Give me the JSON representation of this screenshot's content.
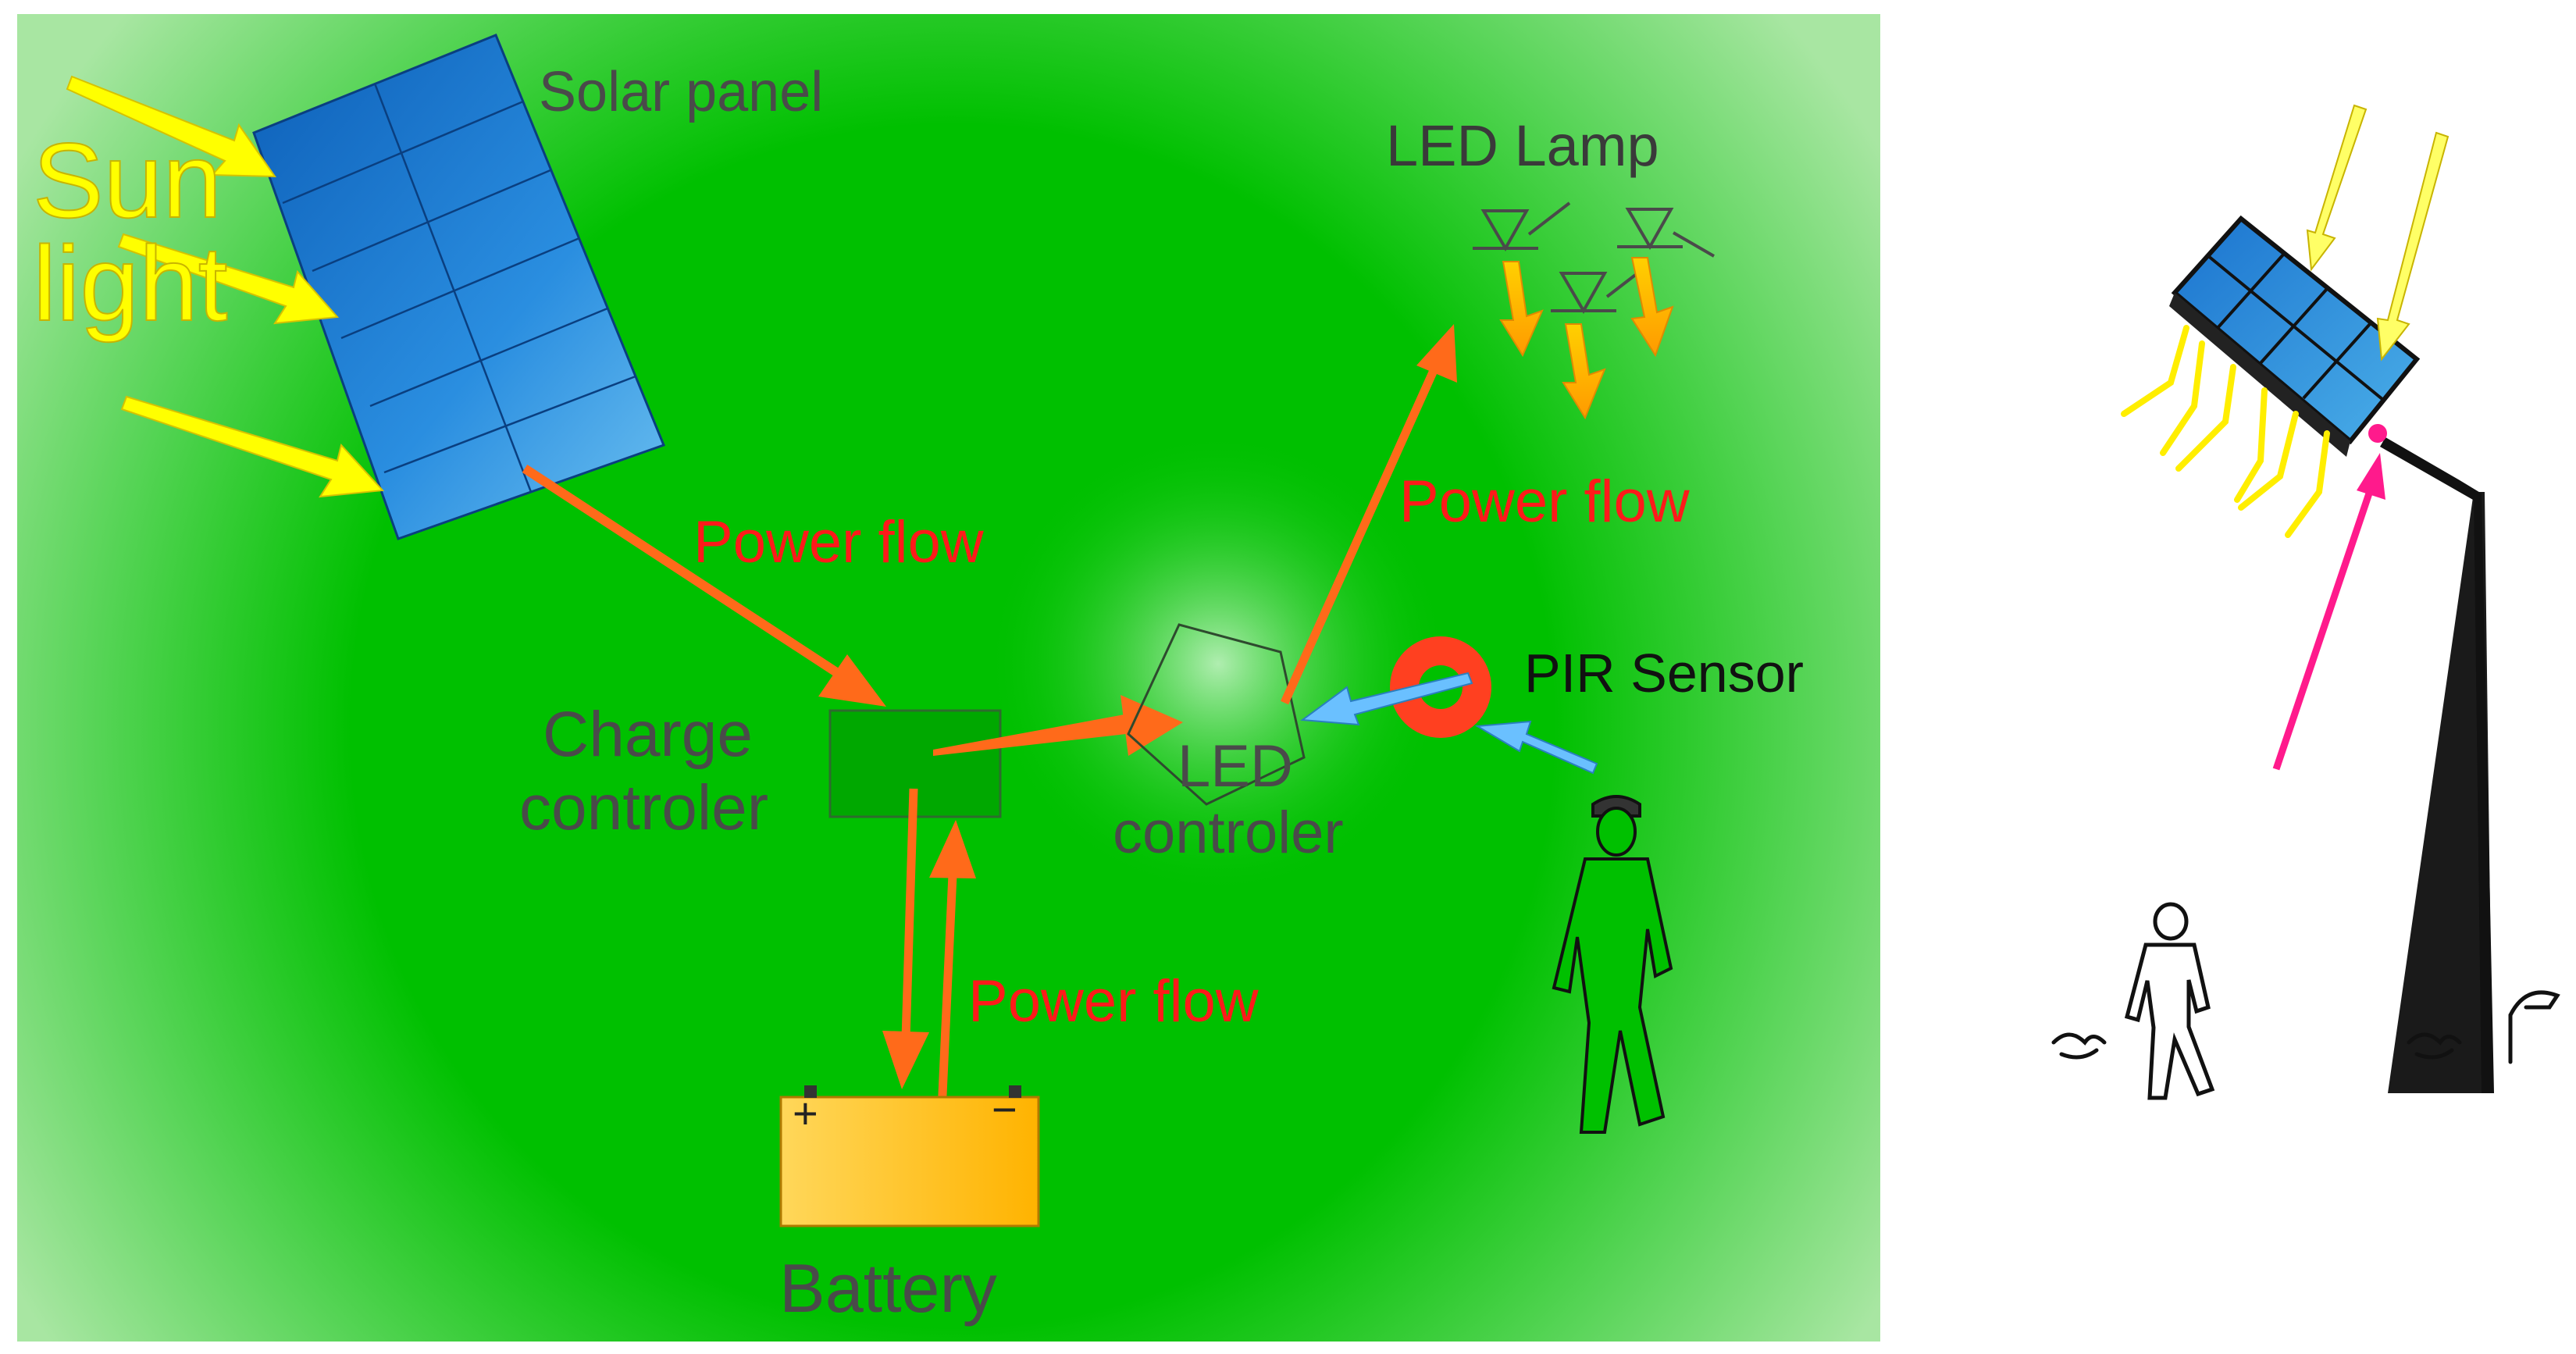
{
  "labels": {
    "solar_panel": "Solar panel",
    "sun_line1": "Sun",
    "sun_line2": "light",
    "led_lamp": "LED Lamp",
    "power_flow_1": "Power flow",
    "power_flow_2": "Power flow",
    "power_flow_3": "Power flow",
    "pir_sensor": "PIR Sensor",
    "charge_line1": "Charge",
    "charge_line2": "controler",
    "led_ctrl_line1": "LED",
    "led_ctrl_line2": "controler",
    "battery": "Battery",
    "battery_plus": "+",
    "battery_minus": "−"
  },
  "colors": {
    "background_light": "#a6e6a0",
    "background_core": "#00c000",
    "power_arrow": "#ff6a1a",
    "sun_arrow": "#ffff00",
    "panel_blue": "#1f7fd6",
    "battery": "#ffc21a",
    "pir_ring": "#ff4020",
    "sensor_arrow": "#6ac0ff",
    "pole_arrow": "#ff1a8c"
  },
  "icons": [
    "solar-panel-icon",
    "led-diode-icon",
    "battery-icon",
    "pir-sensor-icon",
    "person-icon",
    "street-lamp-icon"
  ]
}
